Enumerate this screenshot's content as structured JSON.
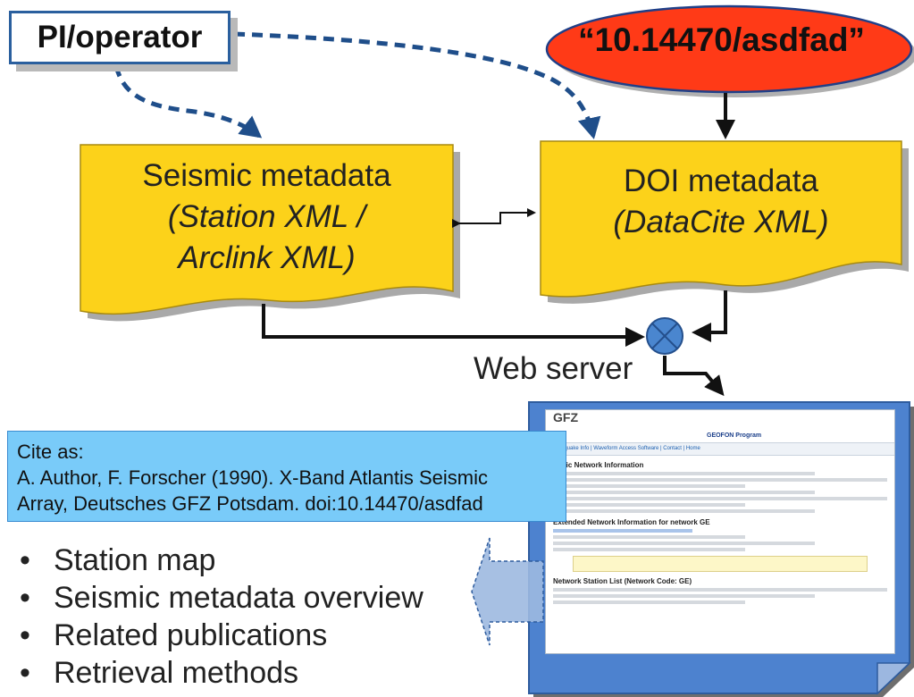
{
  "pi_operator": "PI/operator",
  "doi_identifier": "“10.14470/asdfad”",
  "seismic_metadata": {
    "title": "Seismic metadata",
    "subtitle_line1": "(Station XML /",
    "subtitle_line2": "Arclink XML)"
  },
  "doi_metadata": {
    "title": "DOI metadata",
    "subtitle": "(DataCite XML)"
  },
  "web_server_label": "Web server",
  "cite": {
    "heading": "Cite as:",
    "line1": "A. Author, F. Forscher (1990). X-Band Atlantis Seismic",
    "line2": "Array, Deutsches GFZ Potsdam. doi:10.14470/asdfad"
  },
  "features": [
    "Station map",
    "Seismic metadata overview",
    "Related publications",
    "Retrieval methods"
  ],
  "webpage": {
    "logo": "GFZ",
    "program": "GEOFON Program",
    "nav": "Earthquake Info  |  Waveform Access          Software  |  Contact  |  Home",
    "section1": "Basic Network Information",
    "section2": "Extended Network Information for network GE",
    "section3": "Network Station List (Network Code: GE)"
  },
  "colors": {
    "doc_fill": "#fcd21a",
    "oval_fill": "#ff3a17",
    "dash_blue": "#2a5f9e",
    "cite_fill": "#79cbf9",
    "server_fill": "#4a86cf"
  }
}
